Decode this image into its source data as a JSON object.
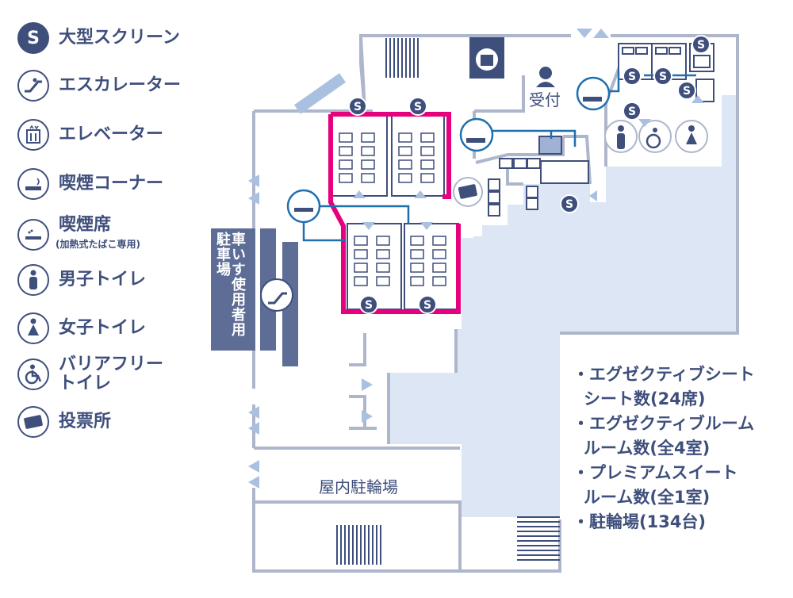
{
  "legend": [
    {
      "icon": "screen-s-icon",
      "label": "大型スクリーン"
    },
    {
      "icon": "escalator-icon",
      "label": "エスカレーター"
    },
    {
      "icon": "elevator-icon",
      "label": "エレベーター"
    },
    {
      "icon": "smoking-corner-icon",
      "label": "喫煙コーナー"
    },
    {
      "icon": "smoking-seat-icon",
      "label": "喫煙席",
      "sub": "(加熱式たばこ専用)"
    },
    {
      "icon": "male-toilet-icon",
      "label": "男子トイレ"
    },
    {
      "icon": "female-toilet-icon",
      "label": "女子トイレ"
    },
    {
      "icon": "accessible-toilet-icon",
      "label": "バリアフリー",
      "label2": "トイレ"
    },
    {
      "icon": "ballot-icon",
      "label": "投票所"
    }
  ],
  "map": {
    "reception": "受付",
    "parking": "駐車場",
    "wheelchair_parking": "車いす使用者用",
    "bicycle_parking_indoor": "屋内駐輪場",
    "screen_mark": "S"
  },
  "info": [
    "・エグゼクティブシート",
    "シート数(24席)",
    "・エグゼクティブルーム",
    "ルーム数(全4室)",
    "・プレミアムスイート",
    "ルーム数(全1室)",
    "・駐輪場(134台)"
  ],
  "colors": {
    "navy": "#3f4f7c",
    "lightblue": "#dde6f5",
    "highlight": "#e6007e",
    "line": "#1e6fb0",
    "wall": "#aeb6cc"
  }
}
